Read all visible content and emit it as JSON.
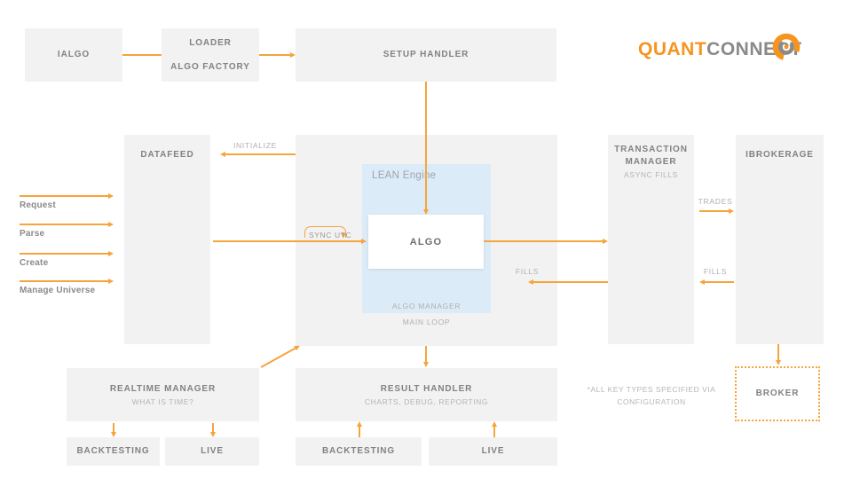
{
  "logo": {
    "quant": "QUANT",
    "connect": "CONNECT"
  },
  "colors": {
    "orange": "#F6A43C",
    "logo_orange": "#F7941F",
    "logo_gray": "#8A8A8A",
    "box_bg": "#F2F2F2",
    "engine_bg": "#DCEBF8"
  },
  "boxes": {
    "ialgo": {
      "title": "IALGO"
    },
    "loader": {
      "line1": "LOADER",
      "line2": "ALGO FACTORY"
    },
    "setup_handler": {
      "title": "SETUP HANDLER"
    },
    "datafeed": {
      "title": "DATAFEED"
    },
    "transaction_manager": {
      "line1": "TRANSACTION",
      "line2": "MANAGER",
      "subtitle": "ASYNC FILLS"
    },
    "ibrokerage": {
      "title": "IBROKERAGE"
    },
    "realtime_manager": {
      "title": "REALTIME MANAGER",
      "subtitle": "WHAT IS TIME?"
    },
    "result_handler": {
      "title": "RESULT HANDLER",
      "subtitle": "CHARTS, DEBUG, REPORTING"
    },
    "backtesting_left": {
      "title": "BACKTESTING"
    },
    "live_left": {
      "title": "LIVE"
    },
    "backtesting_center": {
      "title": "BACKTESTING"
    },
    "live_center": {
      "title": "LIVE"
    },
    "broker": {
      "title": "BROKER"
    }
  },
  "engine": {
    "title": "LEAN Engine",
    "algo": "ALGO",
    "algo_manager": "ALGO MANAGER",
    "main_loop": "MAIN LOOP"
  },
  "labels": {
    "initialize": "INITIALIZE",
    "sync_utc": "SYNC UTC",
    "fills_to_engine": "FILLS",
    "trades": "TRADES",
    "fills_to_tm": "FILLS"
  },
  "note": {
    "line1": "*ALL KEY TYPES SPECIFIED VIA",
    "line2": "CONFIGURATION"
  },
  "left_flow": [
    "Request",
    "Parse",
    "Create",
    "Manage Universe"
  ]
}
